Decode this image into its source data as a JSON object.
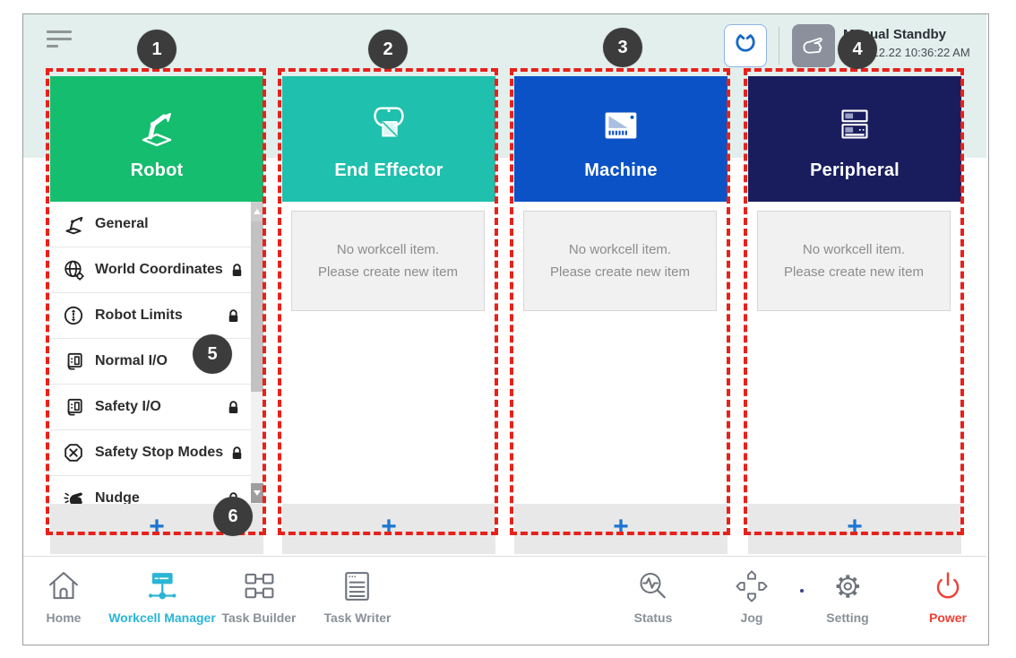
{
  "window": {
    "status_title": "Manual Standby",
    "status_time": "2022.12.22 10:36:22 AM"
  },
  "badges": [
    "1",
    "2",
    "3",
    "4",
    "5",
    "6"
  ],
  "columns": [
    {
      "title": "Robot",
      "color": "#15bd6f",
      "items": [
        {
          "label": "General",
          "icon": "robot-arm-icon",
          "locked": false
        },
        {
          "label": "World Coordinates",
          "icon": "world-coordinates-icon",
          "locked": true
        },
        {
          "label": "Robot Limits",
          "icon": "robot-limits-icon",
          "locked": true
        },
        {
          "label": "Normal I/O",
          "icon": "io-icon",
          "locked": false
        },
        {
          "label": "Safety I/O",
          "icon": "io-icon",
          "locked": true
        },
        {
          "label": "Safety Stop Modes",
          "icon": "stop-icon",
          "locked": true
        },
        {
          "label": "Nudge",
          "icon": "nudge-icon",
          "locked": true
        }
      ],
      "add_label": "+"
    },
    {
      "title": "End Effector",
      "color": "#1fc0ad",
      "empty_line1": "No workcell item.",
      "empty_line2": "Please create new item",
      "add_label": "+"
    },
    {
      "title": "Machine",
      "color": "#0b52c6",
      "empty_line1": "No workcell item.",
      "empty_line2": "Please create new item",
      "add_label": "+"
    },
    {
      "title": "Peripheral",
      "color": "#191d5e",
      "empty_line1": "No workcell item.",
      "empty_line2": "Please create new item",
      "add_label": "+"
    }
  ],
  "nav": {
    "items": [
      {
        "label": "Home"
      },
      {
        "label": "Workcell Manager"
      },
      {
        "label": "Task Builder"
      },
      {
        "label": "Task Writer"
      },
      {
        "label": "Status"
      },
      {
        "label": "Jog"
      },
      {
        "label": "Setting"
      },
      {
        "label": "Power"
      }
    ]
  },
  "colors": {
    "annotation_red": "#e8211a",
    "badge_bg": "#3c3c3c",
    "add_plus_blue": "#1c76d1",
    "active_nav_cyan": "#2ab5d6",
    "power_red": "#ee4035",
    "mint_band": "#e2efec"
  }
}
